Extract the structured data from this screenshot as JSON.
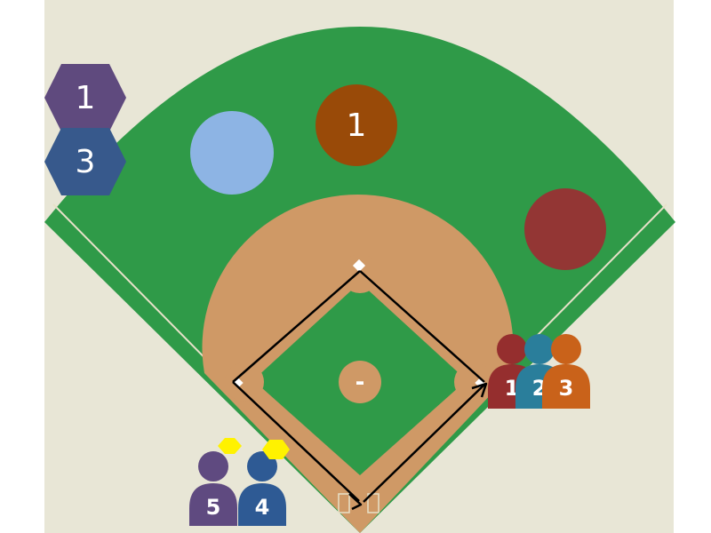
{
  "colors": {
    "background": "#e8e6d6",
    "outfield_grass": "#2f9a48",
    "infield_dirt": "#cf9966",
    "foul_line": "#e7e1c9",
    "base": "#ffffff",
    "path": "#000000",
    "label_text": "#ffffff"
  },
  "markers": {
    "hex_1": {
      "label": "1",
      "color": "#5f4a7e"
    },
    "hex_3": {
      "label": "3",
      "color": "#37598c"
    },
    "light_blue_circle": {
      "color": "#8db4e4"
    },
    "brown_circle": {
      "label": "1",
      "color": "#994a08"
    },
    "dark_red_circle": {
      "color": "#933634"
    },
    "pitcher_mound": {
      "label": "-"
    }
  },
  "players": {
    "p1": {
      "label": "1",
      "color": "#952e2e"
    },
    "p2": {
      "label": "2",
      "color": "#2a7e9b"
    },
    "p3": {
      "label": "3",
      "color": "#c9621a"
    },
    "p4": {
      "label": "4",
      "color": "#2e5a94",
      "cap_color": "#fff200"
    },
    "p5": {
      "label": "5",
      "color": "#5f4a80",
      "cap_color": "#fff200"
    }
  }
}
